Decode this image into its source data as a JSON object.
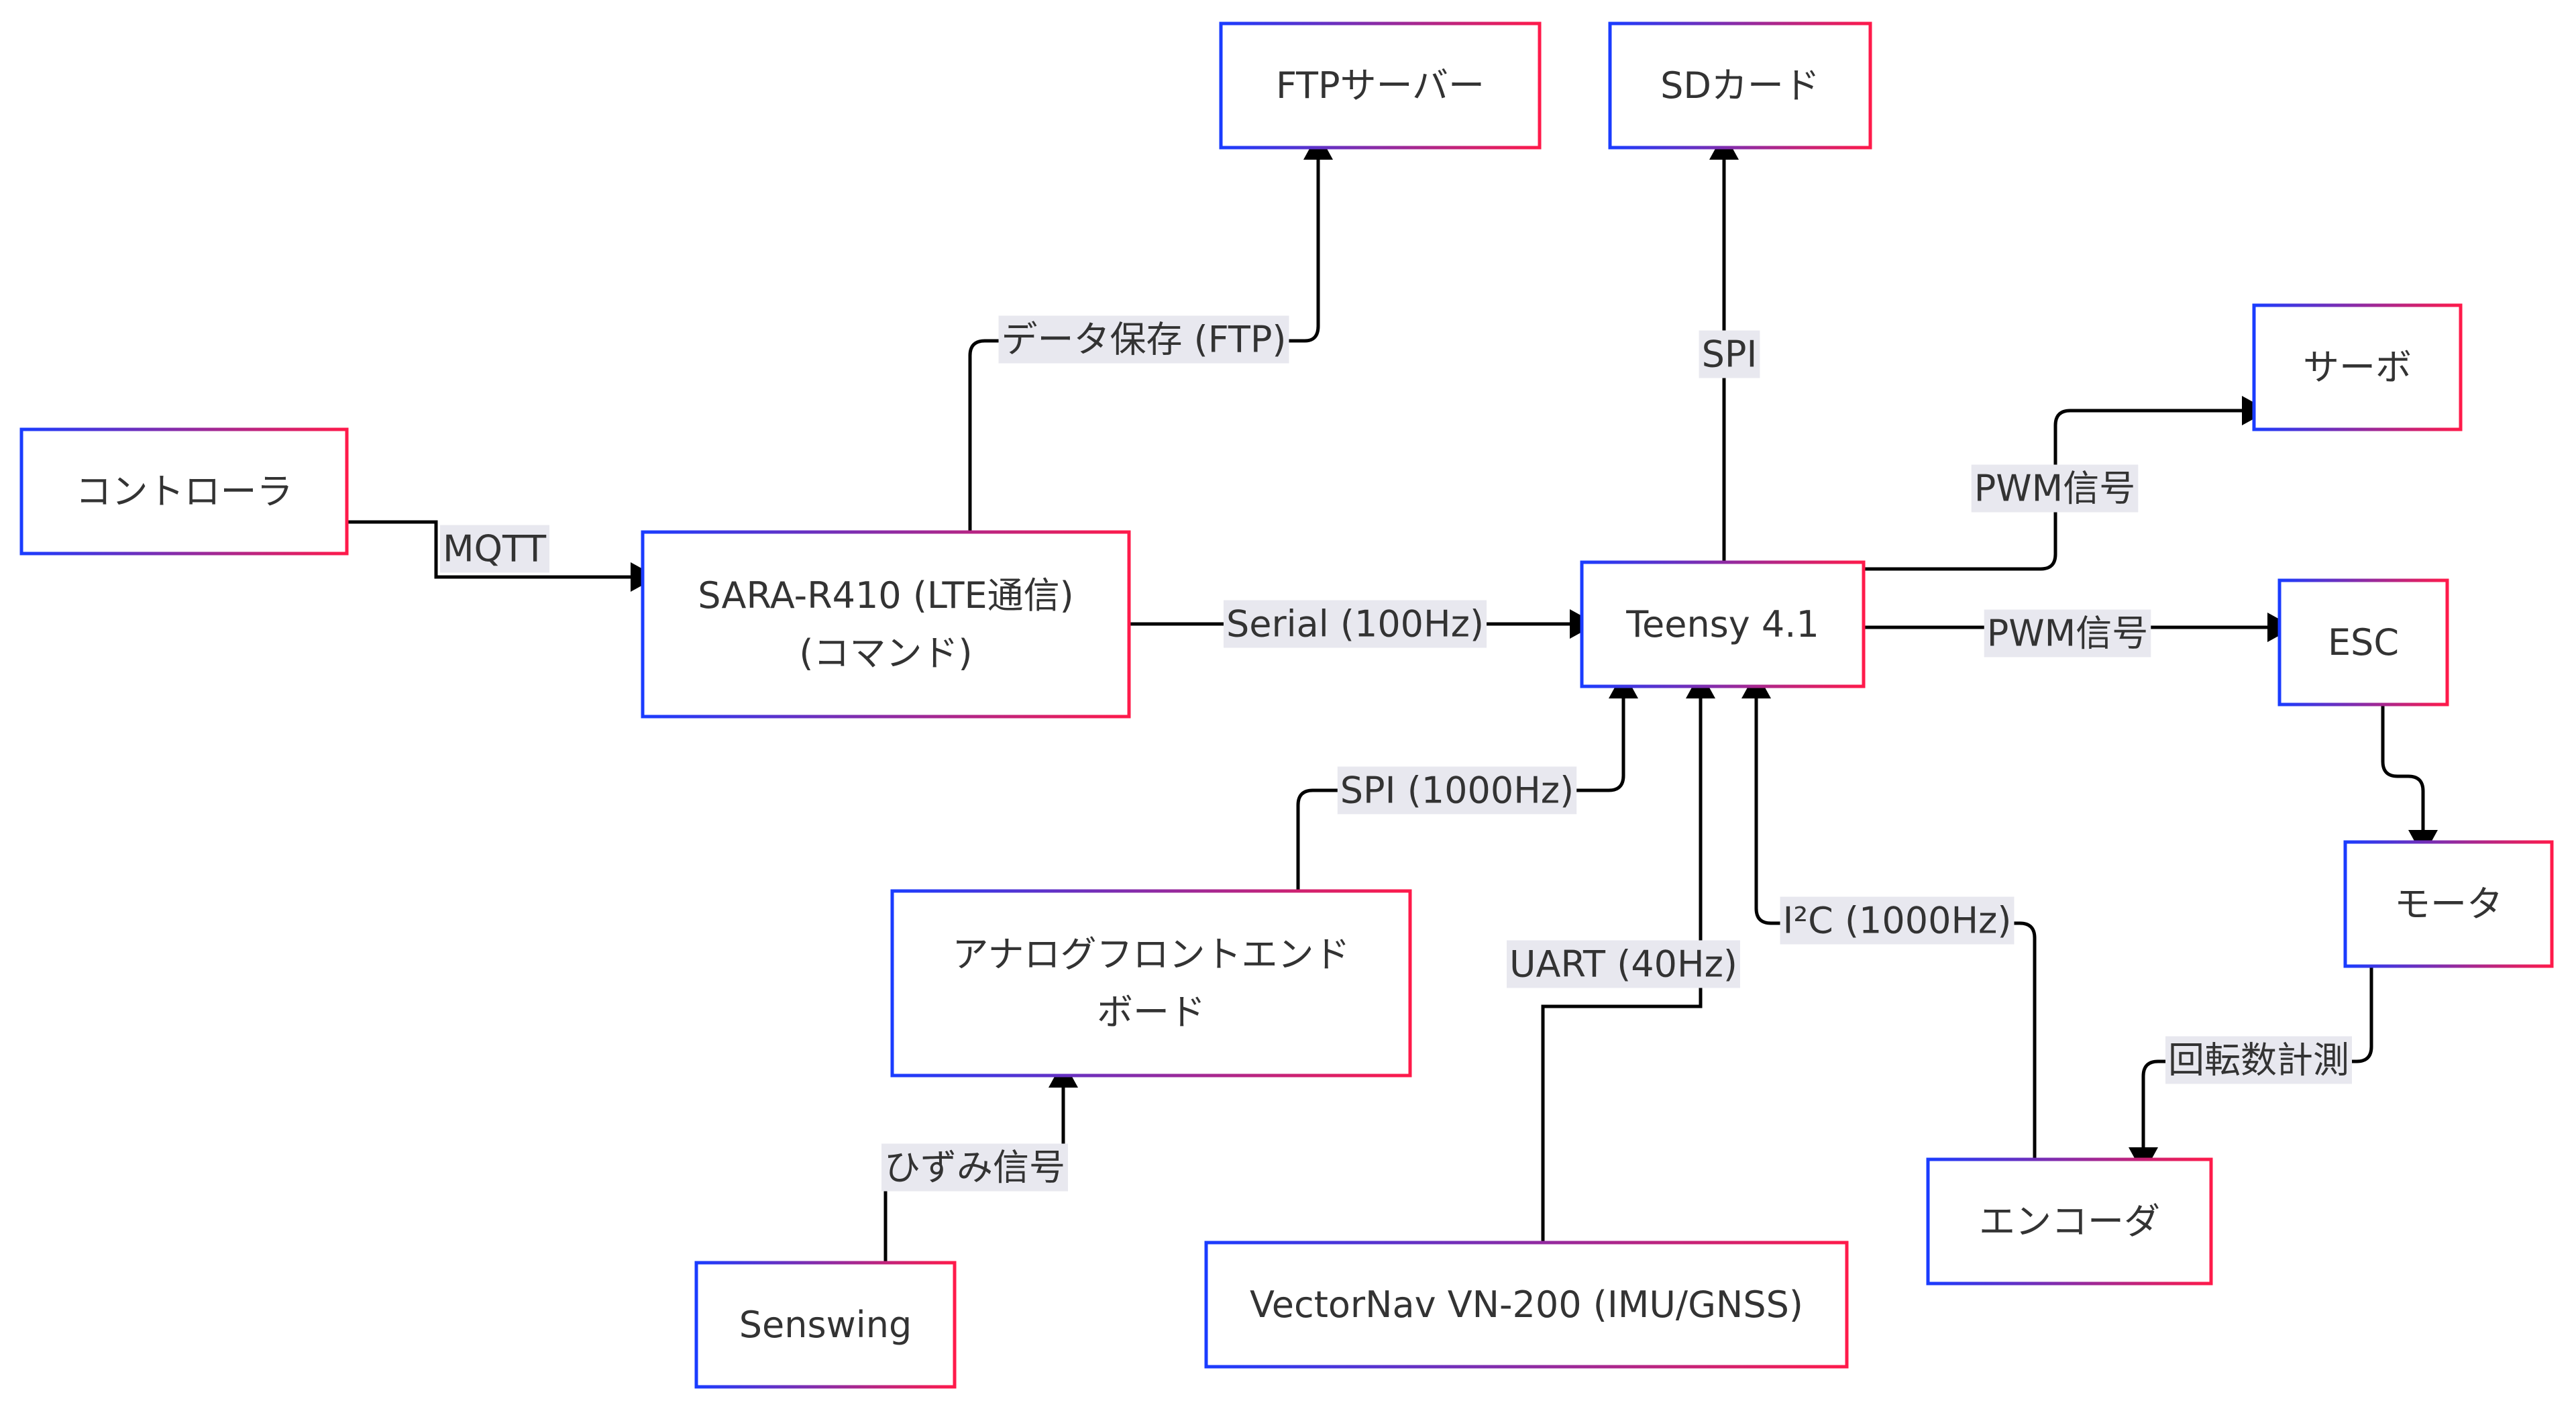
{
  "colors": {
    "node_border_start": "#1a3cff",
    "node_border_end": "#ff1a4a",
    "edge": "#000000",
    "label_bg": "#e8e8ef",
    "text": "#333333"
  },
  "nodes": {
    "controller": {
      "lines": [
        "コントローラ"
      ]
    },
    "sara": {
      "lines": [
        "SARA-R410 (LTE通信)",
        "(コマンド)"
      ]
    },
    "ftp_server": {
      "lines": [
        "FTPサーバー"
      ]
    },
    "sd_card": {
      "lines": [
        "SDカード"
      ]
    },
    "teensy": {
      "lines": [
        "Teensy 4.1"
      ]
    },
    "servo": {
      "lines": [
        "サーボ"
      ]
    },
    "esc": {
      "lines": [
        "ESC"
      ]
    },
    "motor": {
      "lines": [
        "モータ"
      ]
    },
    "afe": {
      "lines": [
        "アナログフロントエンド",
        "ボード"
      ]
    },
    "senswing": {
      "lines": [
        "Senswing"
      ]
    },
    "vectornav": {
      "lines": [
        "VectorNav VN-200 (IMU/GNSS)"
      ]
    },
    "encoder": {
      "lines": [
        "エンコーダ"
      ]
    }
  },
  "edges": {
    "mqtt": {
      "label": "MQTT"
    },
    "data_save_ftp": {
      "label": "データ保存 (FTP)"
    },
    "serial": {
      "label": "Serial (100Hz)"
    },
    "spi_sd": {
      "label": "SPI"
    },
    "pwm_servo": {
      "label": "PWM信号"
    },
    "pwm_esc": {
      "label": "PWM信号"
    },
    "spi_afe": {
      "label": "SPI (1000Hz)"
    },
    "uart": {
      "label": "UART (40Hz)"
    },
    "i2c": {
      "label": "I²C (1000Hz)"
    },
    "strain": {
      "label": "ひずみ信号"
    },
    "rpm": {
      "label": "回転数計測"
    },
    "esc_motor": {
      "label": ""
    }
  }
}
